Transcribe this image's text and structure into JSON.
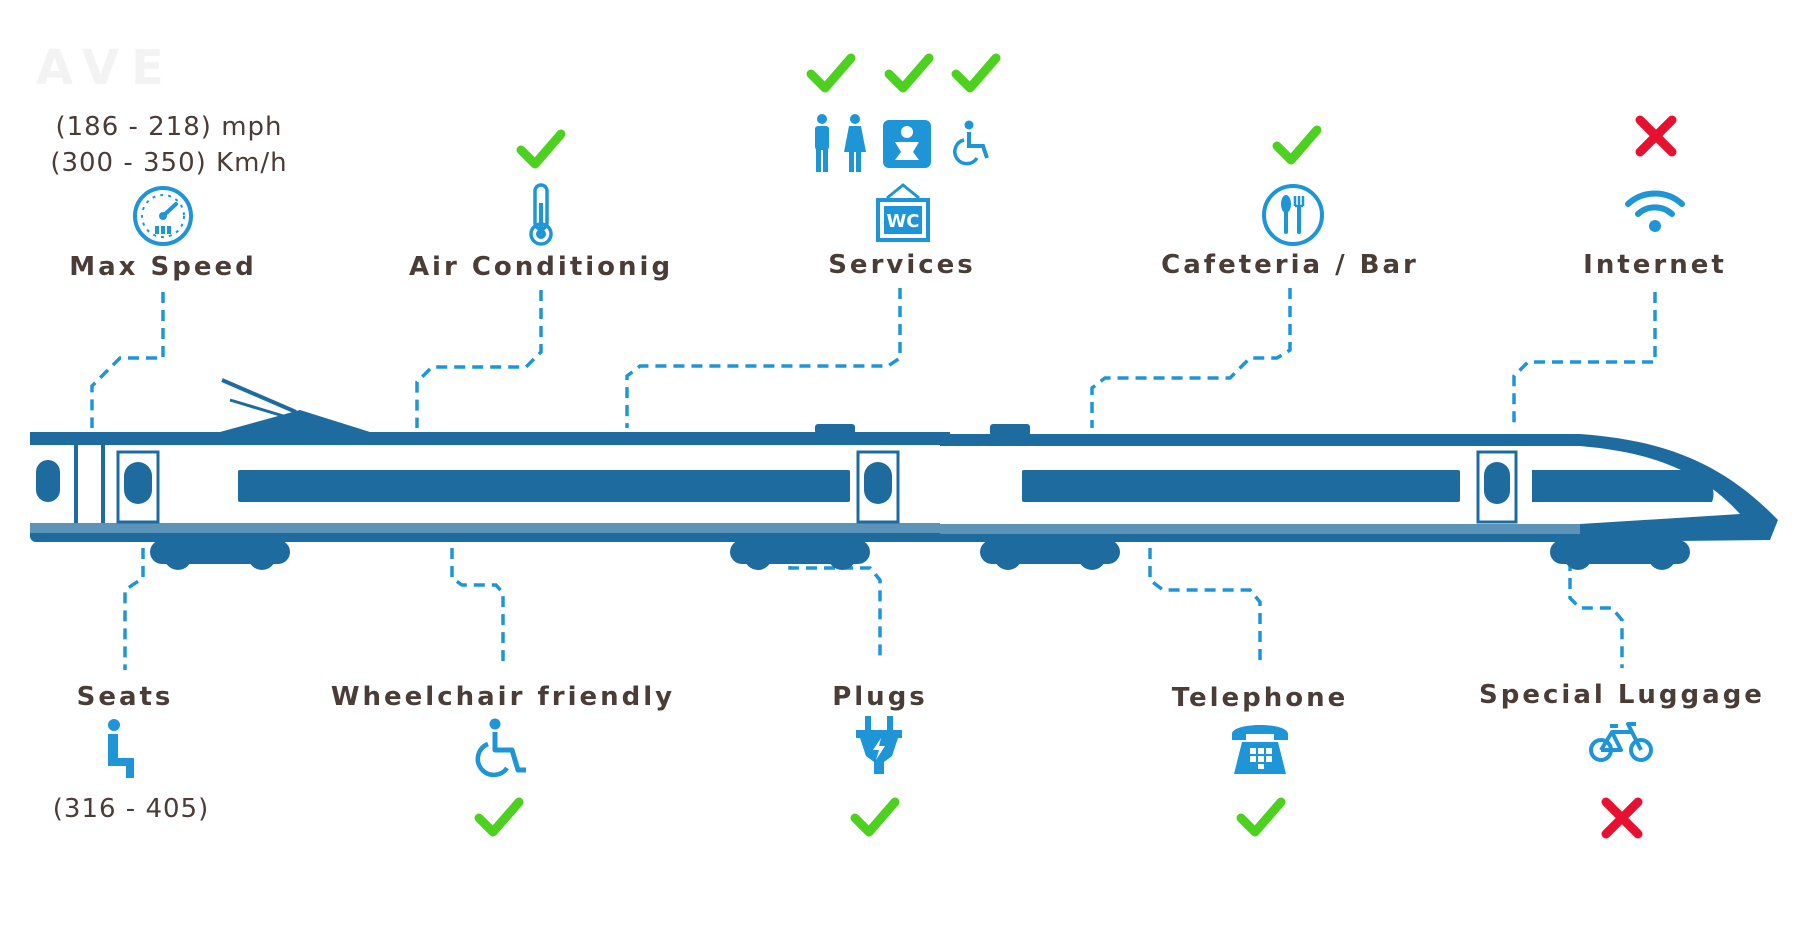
{
  "brand": "AVE",
  "colors": {
    "accent": "#1e95d6",
    "train": "#1e6c9f",
    "yes": "#4cd11e",
    "no": "#e8102f",
    "text": "#4a3c37"
  },
  "features": {
    "max_speed": {
      "label": "Max Speed",
      "values": [
        "(186 - 218) mph",
        "(300 - 350) Km/h"
      ],
      "icon": "speedometer-icon"
    },
    "air": {
      "label": "Air Conditionig",
      "available": true,
      "icon": "thermometer-icon"
    },
    "services": {
      "label": "Services",
      "icons": [
        "restroom-icon",
        "baby-changing-icon",
        "accessible-toilet-icon",
        "wc-sign-icon"
      ],
      "available": [
        true,
        true,
        true
      ]
    },
    "cafeteria": {
      "label": "Cafeteria / Bar",
      "available": true,
      "icon": "cutlery-icon"
    },
    "internet": {
      "label": "Internet",
      "available": false,
      "icon": "wifi-icon"
    },
    "seats": {
      "label": "Seats",
      "value": "(316 - 405)",
      "icon": "seat-icon"
    },
    "wheelchair": {
      "label": "Wheelchair friendly",
      "available": true,
      "icon": "wheelchair-icon"
    },
    "plugs": {
      "label": "Plugs",
      "available": true,
      "icon": "plug-icon"
    },
    "telephone": {
      "label": "Telephone",
      "available": true,
      "icon": "telephone-icon"
    },
    "luggage": {
      "label": "Special Luggage",
      "available": false,
      "icon": "bicycle-icon"
    }
  }
}
